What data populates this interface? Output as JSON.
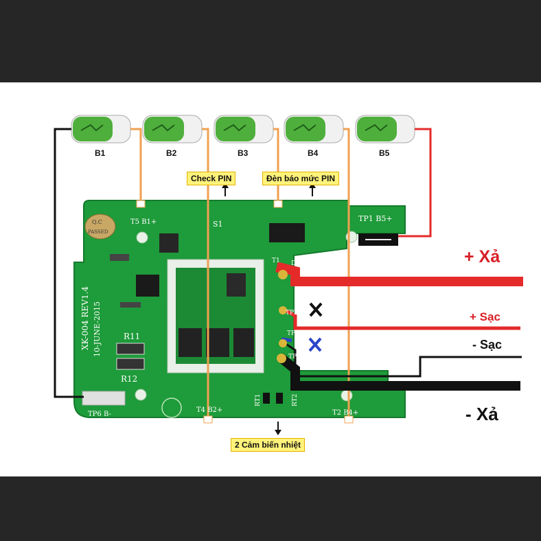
{
  "cells": [
    "B1",
    "B2",
    "B3",
    "B4",
    "B5"
  ],
  "callouts": {
    "check_pin": "Check PIN",
    "den_bao": "Đèn báo mức PIN",
    "cam_bien": "2 Cảm biến nhiệt"
  },
  "wire_labels": {
    "xa_plus": "+ Xả",
    "sac_plus": "+ Sạc",
    "sac_minus": "- Sạc",
    "xa_minus": "- Xả"
  },
  "board_text": {
    "model": "XK-004 REV1.4",
    "date": "10-JUNE-2015",
    "qc": "Q.C",
    "passed": "PASSED",
    "t5": "T5 B1+",
    "tp1": "TP1 B5+",
    "tp6": "TP6 B-",
    "t4": "T4 B2+",
    "t2": "T2 B4+",
    "s1": "S1",
    "r11": "R11",
    "r12": "R12",
    "rt1": "RT1",
    "rt2": "RT2",
    "tp2": "TP2",
    "tp4": "TP4",
    "tp5": "TP5",
    "t1": "T1",
    "d4": "D4"
  },
  "colors": {
    "band": "#262626",
    "pcb": "#1e9b3a",
    "pcb_dark": "#157a2c",
    "wire_red": "#e52a2a",
    "wire_orange": "#f0a050",
    "wire_black": "#111111",
    "label_red": "#d81f26",
    "callout_bg": "#fff27a"
  }
}
